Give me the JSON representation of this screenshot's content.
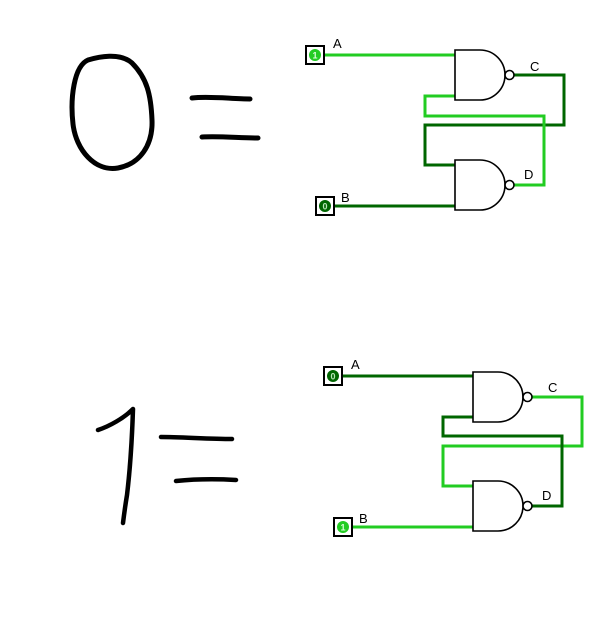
{
  "colors": {
    "wire_high": "#22cc22",
    "wire_low": "#006600",
    "ink": "#000000",
    "gate_stroke": "#000000",
    "pin_fill_high": "#22cc22",
    "pin_fill_low": "#006600",
    "pin_text_high": "#d9ffd9",
    "pin_text_low": "#b7e6b7"
  },
  "top": {
    "handwritten": [
      "0",
      "="
    ],
    "inputs": [
      {
        "label": "A",
        "value": "1",
        "state": "high"
      },
      {
        "label": "B",
        "value": "0",
        "state": "low"
      }
    ],
    "outputs": [
      {
        "label": "C",
        "state": "low"
      },
      {
        "label": "D",
        "state": "high"
      }
    ]
  },
  "bottom": {
    "handwritten": [
      "1",
      "="
    ],
    "inputs": [
      {
        "label": "A",
        "value": "0",
        "state": "low"
      },
      {
        "label": "B",
        "value": "1",
        "state": "high"
      }
    ],
    "outputs": [
      {
        "label": "C",
        "state": "high"
      },
      {
        "label": "D",
        "state": "low"
      }
    ]
  }
}
